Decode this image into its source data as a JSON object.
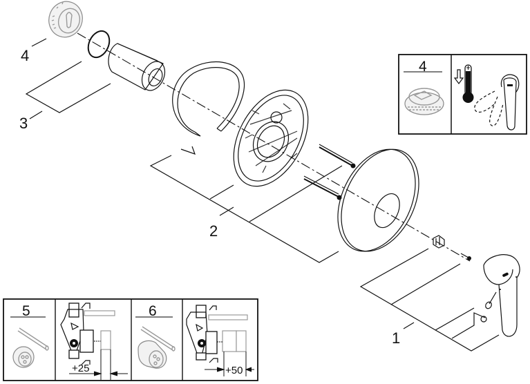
{
  "diagram": {
    "type": "exploded-parts-view",
    "subject": "single-lever concealed shower mixer trim set",
    "callouts": [
      {
        "id": "callout-1",
        "label": "1",
        "part": "lever handle with adapter, screw, plug and set screws"
      },
      {
        "id": "callout-2",
        "label": "2",
        "part": "escutcheon plate, mounting plate, screws and clip ring"
      },
      {
        "id": "callout-3",
        "label": "3",
        "part": "extension sleeve with o-ring"
      },
      {
        "id": "callout-4",
        "label": "4",
        "part": "temperature limiter stop"
      }
    ],
    "inset_temperature": {
      "label": "4",
      "icons": [
        "temperature-limiter-icon",
        "thermometer-icon",
        "arrow-down-icon",
        "lever-rotation-icon"
      ]
    },
    "inset_extensions": [
      {
        "label": "5",
        "dimension": "+25",
        "icons": [
          "extension-rod-icon",
          "cartridge-icon",
          "valve-body-icon"
        ]
      },
      {
        "label": "6",
        "dimension": "+50",
        "icons": [
          "extension-rod-icon",
          "cartridge-icon",
          "valve-body-icon"
        ]
      }
    ]
  }
}
